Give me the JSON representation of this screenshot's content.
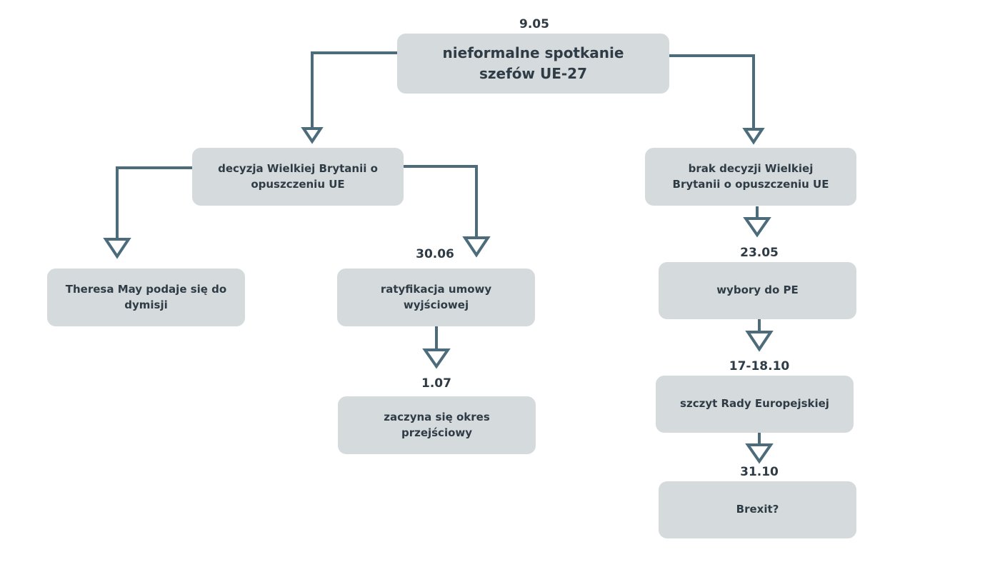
{
  "colors": {
    "box_fill": "#d5dadc",
    "connector": "#4d6c7b",
    "text": "#2f3c46"
  },
  "dates": {
    "root": "9.05",
    "ratyfikacja": "30.06",
    "okres": "1.07",
    "wybory": "23.05",
    "szczyt": "17-18.10",
    "brexit": "31.10"
  },
  "nodes": {
    "root": {
      "line1": "nieformalne spotkanie",
      "line2": "szefów UE-27"
    },
    "decyzja": {
      "line1": "decyzja Wielkiej Brytanii o",
      "line2": "opuszczeniu UE"
    },
    "brak_decyzji": {
      "line1": "brak decyzji Wielkiej",
      "line2": "Brytanii o opuszczeniu UE"
    },
    "may": {
      "line1": "Theresa May podaje się do",
      "line2": "dymisji"
    },
    "ratyfikacja": {
      "line1": "ratyfikacja umowy",
      "line2": "wyjściowej"
    },
    "okres": {
      "line1": "zaczyna się okres",
      "line2": "przejściowy"
    },
    "wybory": {
      "line1": "wybory do PE"
    },
    "szczyt": {
      "line1": "szczyt Rady Europejskiej"
    },
    "brexit": {
      "line1": "Brexit?"
    }
  }
}
